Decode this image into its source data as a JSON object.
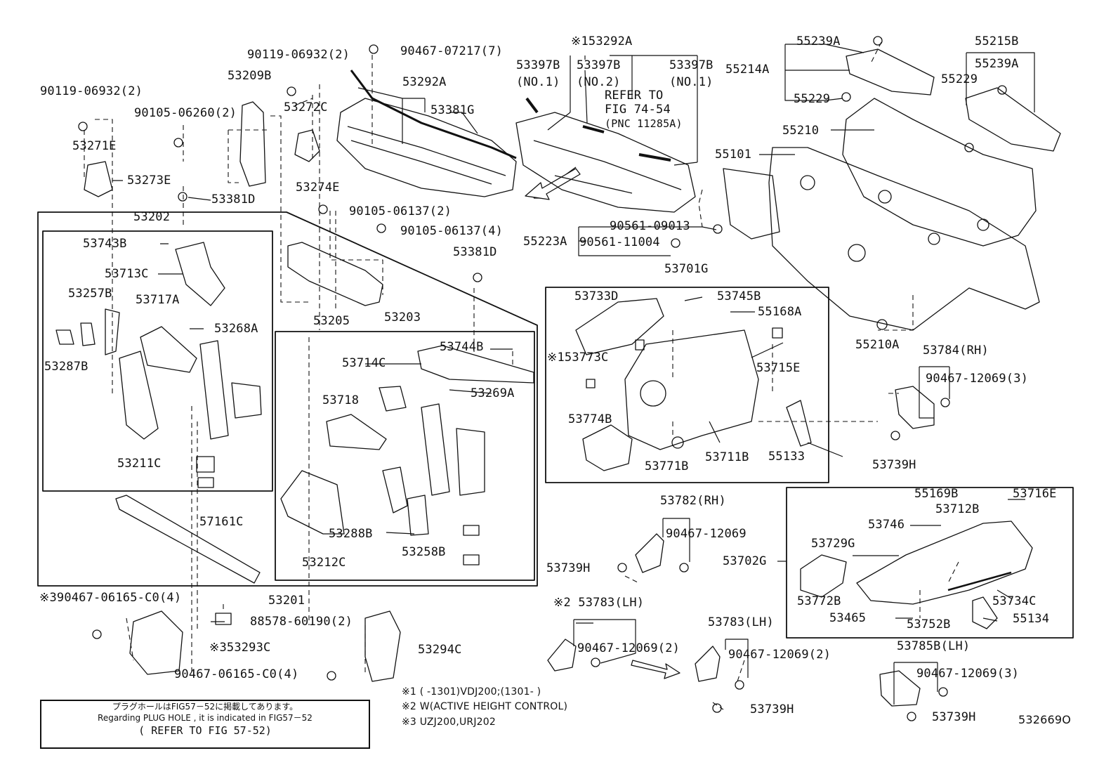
{
  "labels": {
    "p9011906932_a": "90119-06932(2)",
    "p9011906932_b": "90119-06932(2)",
    "p9046707217": "90467-07217(7)",
    "p53292A_t": "※153292A",
    "p55239A_a": "55239A",
    "p55215B": "55215B",
    "p53209B": "53209B",
    "p9010506260": "90105-06260(2)",
    "p53272C": "53272C",
    "p53292A": "53292A",
    "p53381G": "53381G",
    "p53397B_1": "53397B",
    "p53397B_1n": "(NO.1)",
    "p53397B_2": "53397B",
    "p53397B_2n": "(NO.2)",
    "p53397B_3": "53397B",
    "p53397B_3n": "(NO.1)",
    "p_refer_1": "REFER TO",
    "p_refer_2": "FIG 74-54",
    "p_refer_3": "(PNC 11285A)",
    "p55214A": "55214A",
    "p55229_a": "55229",
    "p55229_b": "55229",
    "p55239A_b": "55239A",
    "p53271E": "53271E",
    "p53273E": "53273E",
    "p53274E": "53274E",
    "p53381D_a": "53381D",
    "p55210": "55210",
    "p55101": "55101",
    "p53202": "53202",
    "p9010506137_2": "90105-06137(2)",
    "p9010506137_4": "90105-06137(4)",
    "p53743B": "53743B",
    "p53713C": "53713C",
    "p53381D_b": "53381D",
    "p90561_09013": "90561-09013",
    "p55223A": "55223A",
    "p90561_11004": "90561-11004",
    "p53701G": "53701G",
    "p53257B": "53257B",
    "p53717A": "53717A",
    "p53733D": "53733D",
    "p53745B": "53745B",
    "p55168A": "55168A",
    "p53205": "53205",
    "p53203": "53203",
    "p53268A": "53268A",
    "p53744B": "53744B",
    "p53287B": "53287B",
    "p53714C": "53714C",
    "p53773C": "※153773C",
    "p53715E": "53715E",
    "p55210A": "55210A",
    "p53784RH": "53784(RH)",
    "p53269A": "53269A",
    "p53718": "53718",
    "p90467_12069_3a": "90467-12069(3)",
    "p53774B": "53774B",
    "p53211C": "53211C",
    "p53771B": "53771B",
    "p53711B": "53711B",
    "p55133": "55133",
    "p53739H_a": "53739H",
    "p53782RH": "53782(RH)",
    "p55169B": "55169B",
    "p53716E": "53716E",
    "p53712B": "53712B",
    "p57161C": "57161C",
    "p90467_12069": "90467-12069",
    "p53746": "53746",
    "p53288B": "53288B",
    "p53729G": "53729G",
    "p53258B": "53258B",
    "p53702G": "53702G",
    "p53212C": "53212C",
    "p53739H_b": "53739H",
    "p53201": "53201",
    "p53772B": "53772B",
    "p53734C": "53734C",
    "p90467_06165_a": "※390467-06165-C0(4)",
    "p53783LH_a": "※2 53783(LH)",
    "p53465": "53465",
    "p53752B": "53752B",
    "p55134": "55134",
    "p88578": "88578-60190(2)",
    "p53783LH_b": "53783(LH)",
    "p53785BLH": "53785B(LH)",
    "p53293C": "※353293C",
    "p53294C": "53294C",
    "p90467_12069_2a": "90467-12069(2)",
    "p90467_12069_2b": "90467-12069(2)",
    "p90467_06165_b": "90467-06165-C0(4)",
    "p90467_12069_3b": "90467-12069(3)",
    "p53739H_c": "53739H",
    "p53739H_d": "53739H"
  },
  "notes": {
    "n1": "※1 (      -1301)VDJ200;(1301-      )",
    "n2": "※2 W(ACTIVE HEIGHT CONTROL)",
    "n3": "※3 UZJ200,URJ202"
  },
  "note_box": {
    "line_jp": "プラグホールはFIG57－52に掲載してあります。",
    "line_en": "Regarding PLUG HOLE , it is indicated in FIG57－52",
    "line_ref": "( REFER TO FIG 57-52)"
  },
  "illustration_code": "532669O",
  "colors": {
    "ink": "#111111",
    "background": "#ffffff"
  }
}
